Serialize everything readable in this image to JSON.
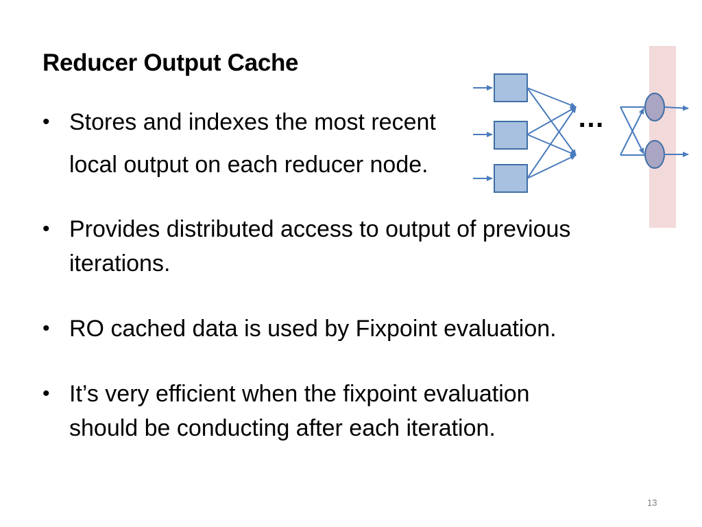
{
  "slide": {
    "title": "Reducer Output Cache",
    "bullets": [
      {
        "lines": [
          "Stores and indexes the most recent",
          "local output on each reducer node."
        ]
      },
      {
        "lines": [
          "Provides distributed access to output of previous",
          "iterations."
        ]
      },
      {
        "lines": [
          "RO cached data is used by Fixpoint evaluation."
        ]
      },
      {
        "lines": [
          "It’s very efficient when the fixpoint evaluation",
          "should be conducting after each iteration."
        ]
      }
    ],
    "bullet_symbol": "•",
    "page_number": "13"
  },
  "diagram": {
    "ellipsis": "…",
    "colors": {
      "box_fill": "#a8c1e0",
      "box_stroke": "#3e6ea4",
      "circle_fill": "#a9a5c3",
      "circle_stroke": "#3e6ea4",
      "arrow": "#4a7bbd",
      "cache_band": "#f2d9da"
    }
  }
}
